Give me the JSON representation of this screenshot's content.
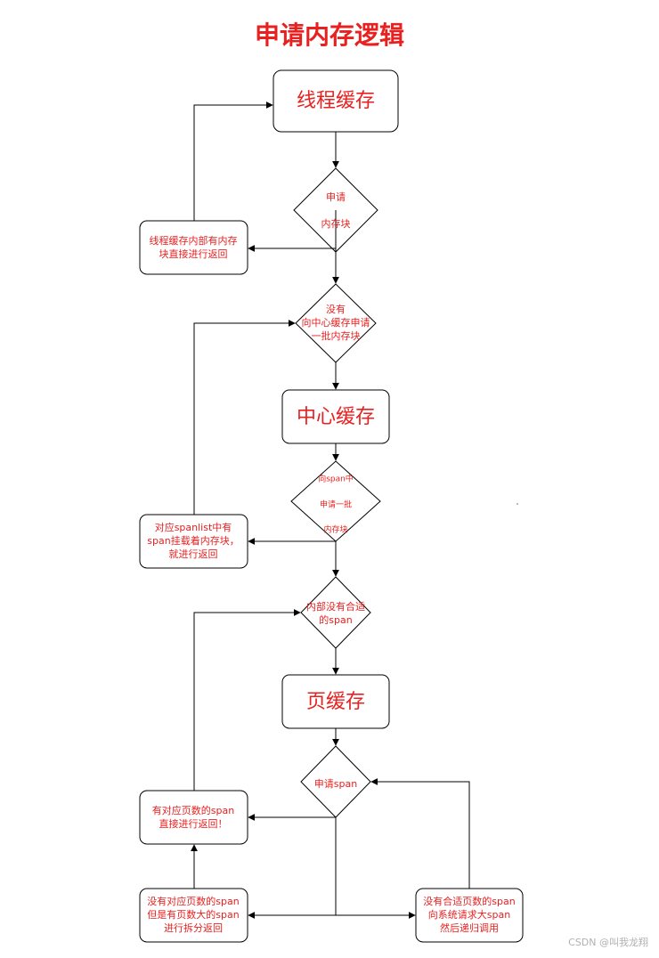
{
  "title": "申请内存逻辑",
  "watermark": "CSDN @叫我龙翔",
  "colors": {
    "text": "#e82020",
    "stroke": "#000000",
    "fill": "#ffffff"
  },
  "nodes": {
    "thread_cache": "线程缓存",
    "d1_l1": "申请",
    "d1_l2": "内存块",
    "r1_l1": "线程缓存内部有内存",
    "r1_l2": "块直接进行返回",
    "d2_l1": "没有",
    "d2_l2": "向中心缓存申请",
    "d2_l3": "一批内存块",
    "central_cache": "中心缓存",
    "d3_l1": "向span中",
    "d3_l2": "申请一批",
    "d3_l3": "内存块",
    "r2_l1": "对应spanlist中有",
    "r2_l2": "span挂载着内存块，",
    "r2_l3": "就进行返回",
    "d4_l1": "内部没有合适",
    "d4_l2": "的span",
    "page_cache": "页缓存",
    "d5_l1": "申请span",
    "r3_l1": "有对应页数的span",
    "r3_l2": "直接进行返回！",
    "r4_l1": "没有对应页数的span",
    "r4_l2": "但是有页数大的span",
    "r4_l3": "进行拆分返回",
    "r5_l1": "没有合适页数的span",
    "r5_l2": "向系统请求大span",
    "r5_l3": "然后递归调用"
  }
}
